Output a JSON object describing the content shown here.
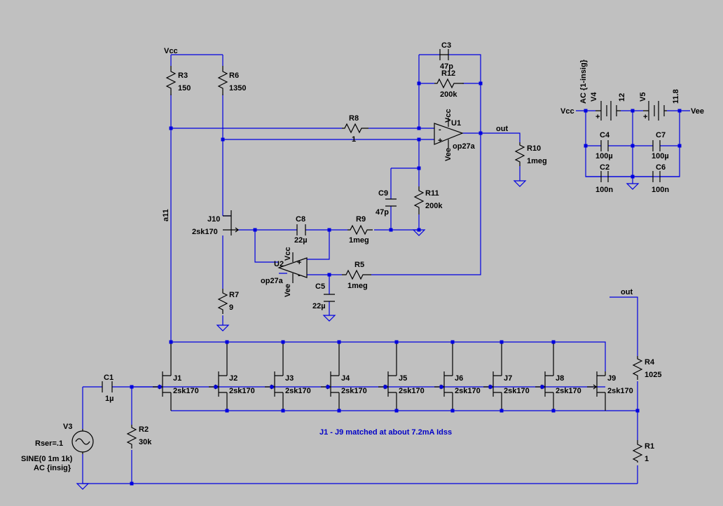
{
  "schematic": {
    "components": {
      "R3": {
        "ref": "R3",
        "value": "150"
      },
      "R6": {
        "ref": "R6",
        "value": "1350"
      },
      "R8": {
        "ref": "R8",
        "value": "1"
      },
      "R12": {
        "ref": "R12",
        "value": "200k"
      },
      "C3": {
        "ref": "C3",
        "value": "47p"
      },
      "U1": {
        "ref": "U1",
        "value": "op27a"
      },
      "R10": {
        "ref": "R10",
        "value": "1meg"
      },
      "R11": {
        "ref": "R11",
        "value": "200k"
      },
      "C9": {
        "ref": "C9",
        "value": "47p"
      },
      "J10": {
        "ref": "J10",
        "value": "2sk170"
      },
      "C8": {
        "ref": "C8",
        "value": "22µ"
      },
      "R9": {
        "ref": "R9",
        "value": "1meg"
      },
      "U2": {
        "ref": "U2",
        "value": "op27a"
      },
      "R5": {
        "ref": "R5",
        "value": "1meg"
      },
      "C5": {
        "ref": "C5",
        "value": "22µ"
      },
      "R7": {
        "ref": "R7",
        "value": "9"
      },
      "V4": {
        "ref": "V4",
        "value": "12"
      },
      "V5": {
        "ref": "V5",
        "value": "11.8"
      },
      "C4": {
        "ref": "C4",
        "value": "100µ"
      },
      "C7": {
        "ref": "C7",
        "value": "100µ"
      },
      "C2": {
        "ref": "C2",
        "value": "100n"
      },
      "C6": {
        "ref": "C6",
        "value": "100n"
      },
      "R4": {
        "ref": "R4",
        "value": "1025"
      },
      "R1": {
        "ref": "R1",
        "value": "1"
      },
      "C1": {
        "ref": "C1",
        "value": "1µ"
      },
      "R2": {
        "ref": "R2",
        "value": "30k"
      },
      "V3": {
        "ref": "V3",
        "rser": "Rser=.1",
        "sine": "SINE(0 1m 1k)",
        "ac": "AC {insig}"
      }
    },
    "jfets": [
      {
        "ref": "J1",
        "value": "2sk170"
      },
      {
        "ref": "J2",
        "value": "2sk170"
      },
      {
        "ref": "J3",
        "value": "2sk170"
      },
      {
        "ref": "J4",
        "value": "2sk170"
      },
      {
        "ref": "J5",
        "value": "2sk170"
      },
      {
        "ref": "J6",
        "value": "2sk170"
      },
      {
        "ref": "J7",
        "value": "2sk170"
      },
      {
        "ref": "J8",
        "value": "2sk170"
      },
      {
        "ref": "J9",
        "value": "2sk170"
      }
    ],
    "nets": {
      "vcc": "Vcc",
      "vee": "Vee",
      "out": "out",
      "a11": "a11",
      "plus": "+",
      "minus": "-"
    },
    "directive": "AC {1-insig}",
    "note": "J1 - J9 matched at about 7.2mA Idss"
  }
}
